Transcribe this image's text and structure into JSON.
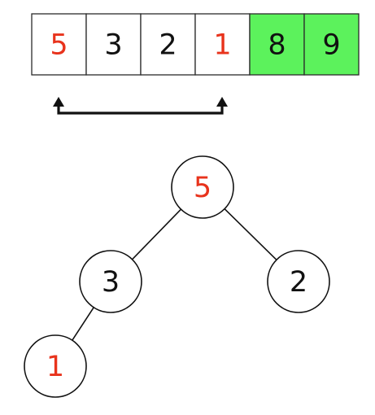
{
  "colors": {
    "highlight_text": "#e8331c",
    "default_text": "#111111",
    "sorted_fill": "#5cf25c",
    "default_fill": "#ffffff"
  },
  "array": {
    "cells": [
      {
        "value": "5",
        "state": "swap"
      },
      {
        "value": "3",
        "state": "default"
      },
      {
        "value": "2",
        "state": "default"
      },
      {
        "value": "1",
        "state": "swap"
      },
      {
        "value": "8",
        "state": "sorted"
      },
      {
        "value": "9",
        "state": "sorted"
      }
    ],
    "swap_indices": [
      0,
      3
    ]
  },
  "tree": {
    "nodes": [
      {
        "id": "n0",
        "value": "5",
        "state": "swap"
      },
      {
        "id": "n1",
        "value": "3",
        "state": "default"
      },
      {
        "id": "n2",
        "value": "2",
        "state": "default"
      },
      {
        "id": "n3",
        "value": "1",
        "state": "swap"
      }
    ],
    "edges": [
      [
        "n0",
        "n1"
      ],
      [
        "n0",
        "n2"
      ],
      [
        "n1",
        "n3"
      ]
    ]
  }
}
